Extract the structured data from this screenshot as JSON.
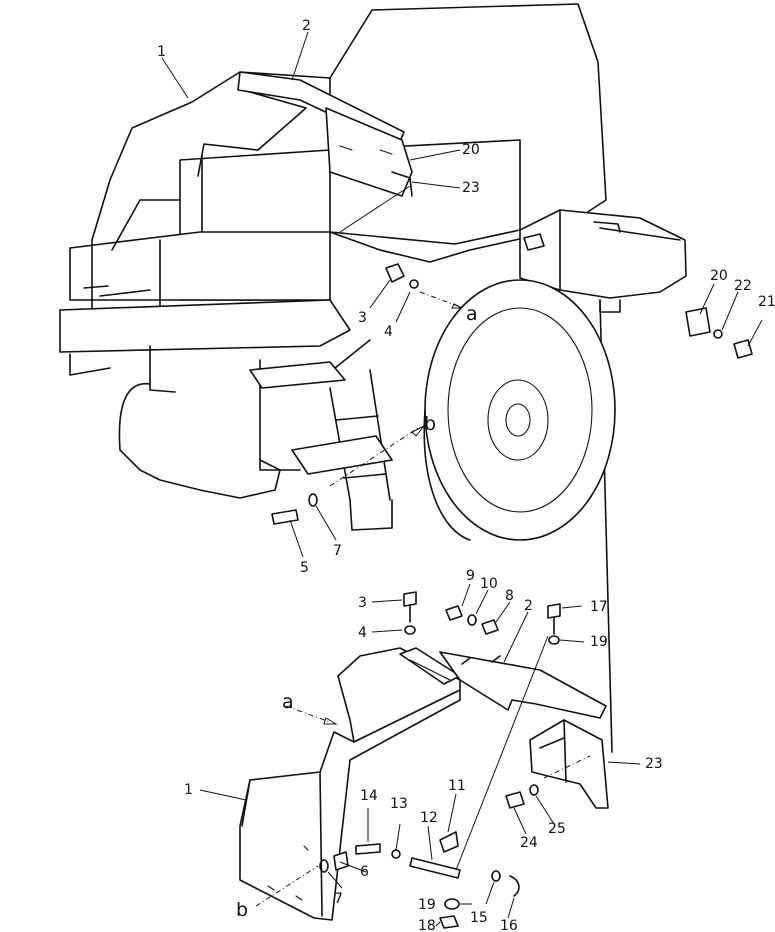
{
  "callouts": {
    "c1_top": "1",
    "c2_top": "2",
    "c20_top": "20",
    "c23_top": "23",
    "c3_top": "3",
    "c4_top": "4",
    "a_top": "a",
    "b_top": "b",
    "c20_right": "20",
    "c22": "22",
    "c21": "21",
    "c5": "5",
    "c7_top": "7",
    "c3_mid": "3",
    "c4_mid": "4",
    "c9": "9",
    "c10": "10",
    "c8": "8",
    "c2_mid": "2",
    "c17": "17",
    "c19_right": "19",
    "c23_mid": "23",
    "a_bot": "a",
    "c1_bot": "1",
    "c14": "14",
    "c13": "13",
    "c12": "12",
    "c11": "11",
    "c6": "6",
    "c7_bot": "7",
    "b_bot": "b",
    "c19_bot": "19",
    "c18": "18",
    "c15": "15",
    "c16": "16",
    "c24": "24",
    "c25": "25"
  }
}
